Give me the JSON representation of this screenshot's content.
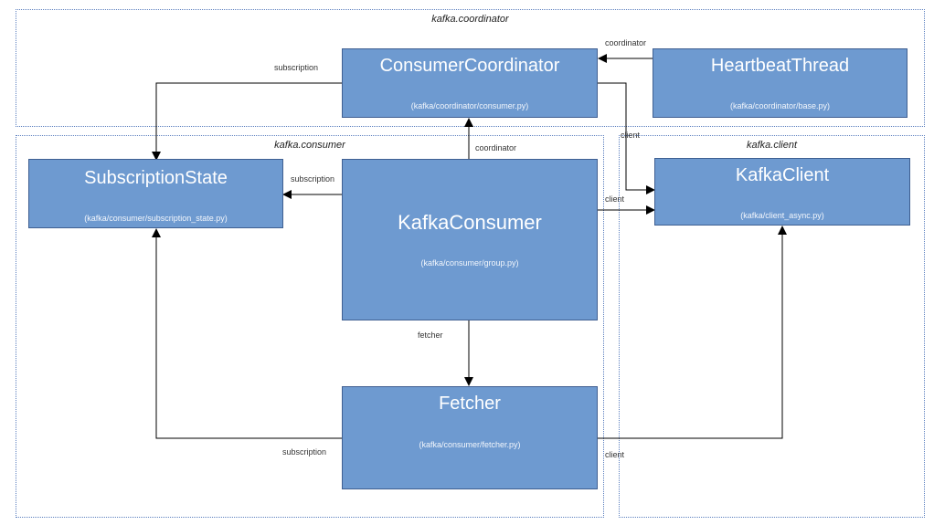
{
  "packages": {
    "coordinator": {
      "title": "kafka.coordinator"
    },
    "consumer": {
      "title": "kafka.consumer"
    },
    "client": {
      "title": "kafka.client"
    }
  },
  "components": {
    "consumer_coordinator": {
      "name": "ConsumerCoordinator",
      "path": "(kafka/coordinator/consumer.py)"
    },
    "heartbeat_thread": {
      "name": "HeartbeatThread",
      "path": "(kafka/coordinator/base.py)"
    },
    "subscription_state": {
      "name": "SubscriptionState",
      "path": "(kafka/consumer/subscription_state.py)"
    },
    "kafka_consumer": {
      "name": "KafkaConsumer",
      "path": "(kafka/consumer/group.py)"
    },
    "kafka_client": {
      "name": "KafkaClient",
      "path": "(kafka/client_async.py)"
    },
    "fetcher": {
      "name": "Fetcher",
      "path": "(kafka/consumer/fetcher.py)"
    }
  },
  "edge_labels": {
    "heartbeat_to_coordinator": "coordinator",
    "coordinator_to_subscription": "subscription",
    "coordinator_to_client": "client",
    "consumer_to_coordinator": "coordinator",
    "consumer_to_subscription": "subscription",
    "consumer_to_client": "client",
    "consumer_to_fetcher": "fetcher",
    "fetcher_to_subscription": "subscription",
    "fetcher_to_client": "client"
  },
  "colors": {
    "box_fill": "#6e9ad0",
    "box_border": "#3f5f91",
    "package_border": "#5b7fbf",
    "edge": "#000000"
  }
}
